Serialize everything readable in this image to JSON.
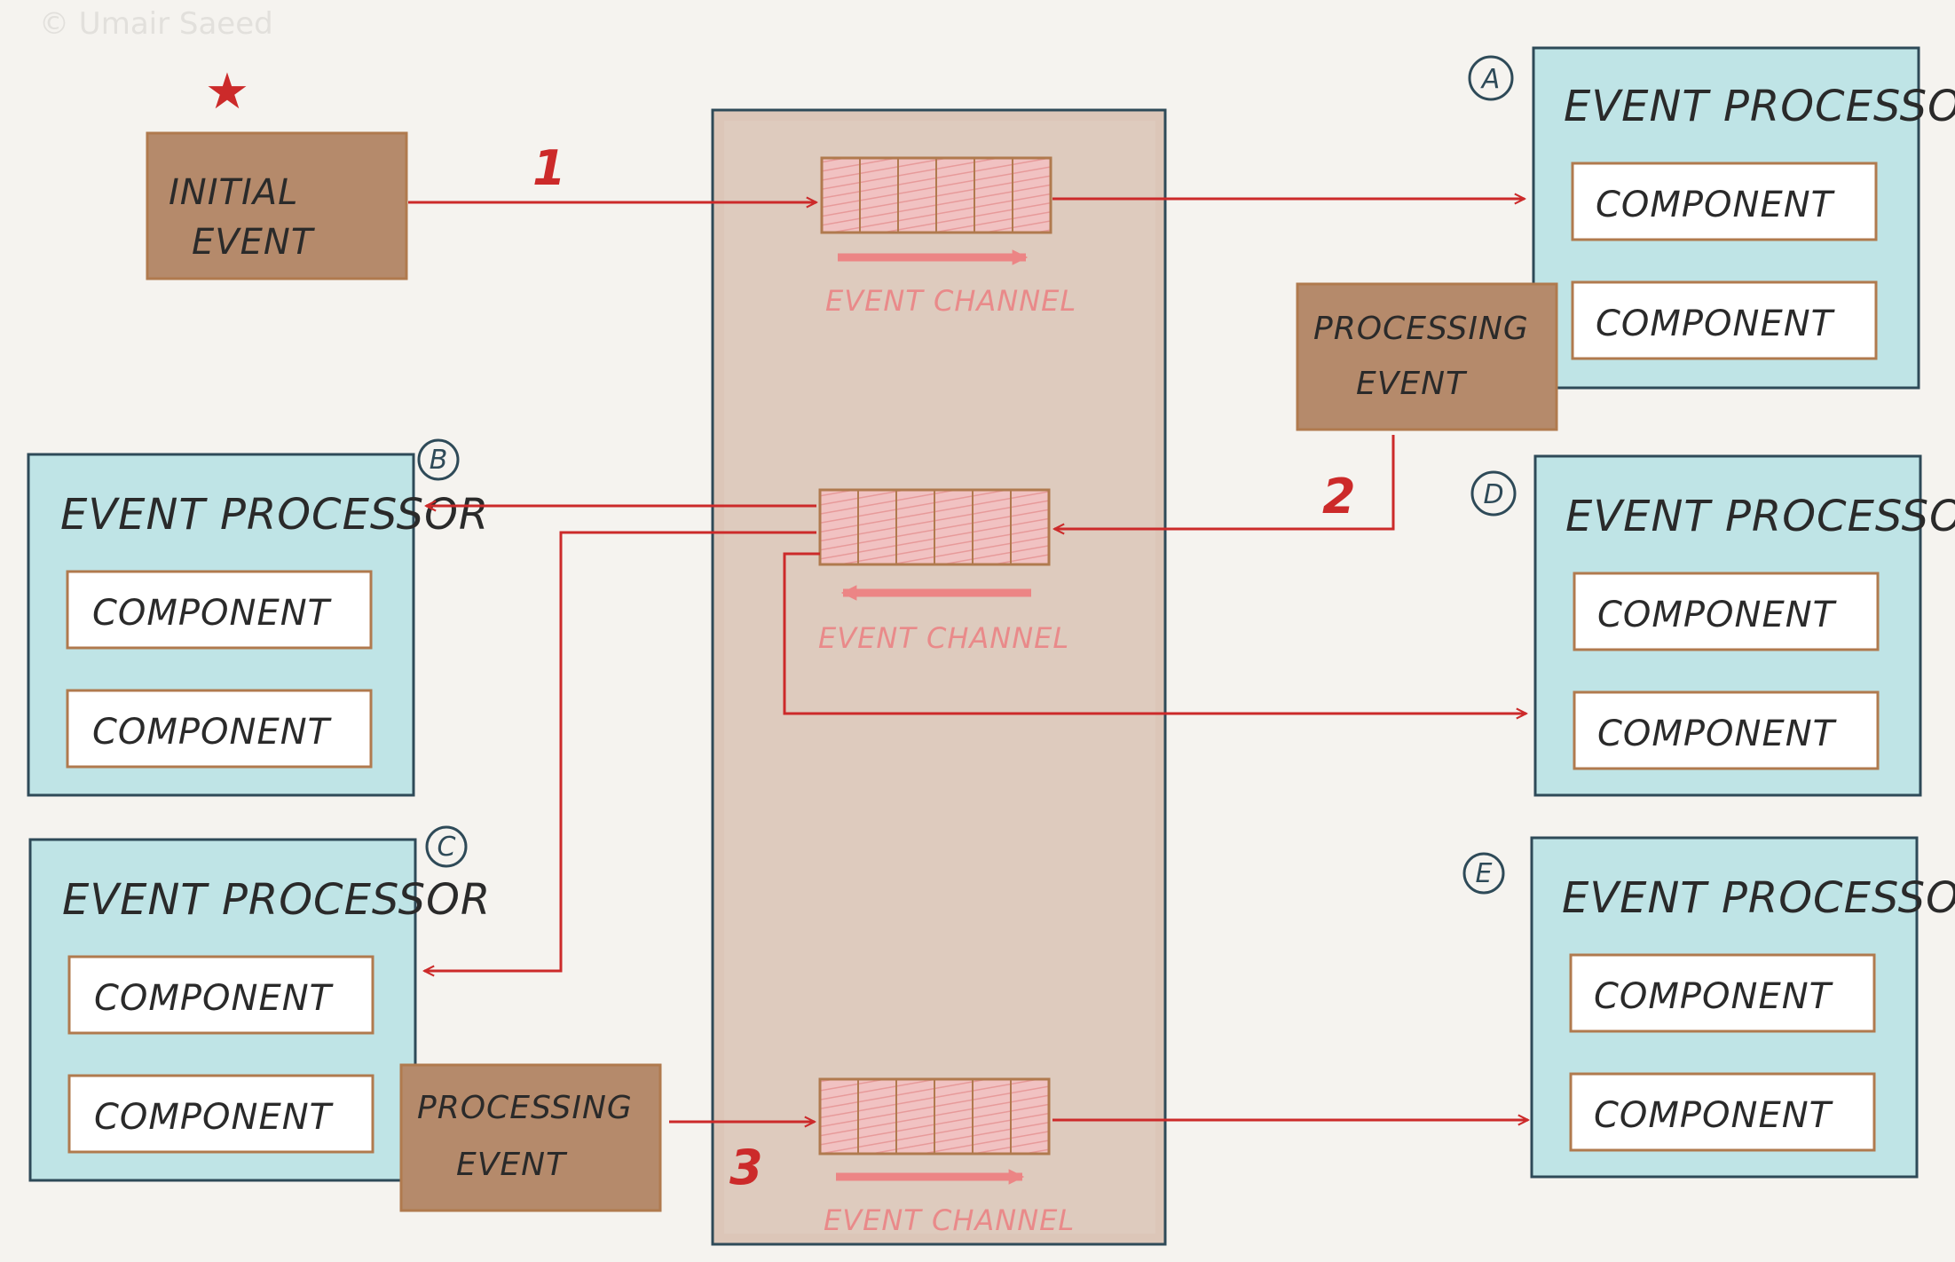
{
  "watermark": "© Umair Saeed",
  "initial_event": {
    "star": "★",
    "line1": "INITIAL",
    "line2": "EVENT"
  },
  "channel_label": "EVENT CHANNEL",
  "processors": {
    "a": {
      "marker": "A",
      "title": "EVENT PROCESSOR",
      "components": [
        "COMPONENT",
        "COMPONENT"
      ]
    },
    "b": {
      "marker": "B",
      "title": "EVENT PROCESSOR",
      "components": [
        "COMPONENT",
        "COMPONENT"
      ]
    },
    "c": {
      "marker": "C",
      "title": "EVENT PROCESSOR",
      "components": [
        "COMPONENT",
        "COMPONENT"
      ]
    },
    "d": {
      "marker": "D",
      "title": "EVENT PROCESSOR",
      "components": [
        "COMPONENT",
        "COMPONENT"
      ]
    },
    "e": {
      "marker": "E",
      "title": "EVENT PROCESSOR",
      "components": [
        "COMPONENT",
        "COMPONENT"
      ]
    }
  },
  "processing_events": {
    "top": {
      "line1": "PROCESSING",
      "line2": "EVENT"
    },
    "bottom": {
      "line1": "PROCESSING",
      "line2": "EVENT"
    }
  },
  "steps": [
    "1",
    "2",
    "3"
  ],
  "colors": {
    "processor_fill": "#bfe4e6",
    "processor_border": "#2e4a58",
    "component_border": "#b07a4e",
    "event_fill": "#b58a6b",
    "mediator_fill": "#dcc6b8",
    "queue_fill": "#eeb3b3",
    "arrow": "#cc2a2a",
    "channel_arrow": "#ec8585"
  }
}
